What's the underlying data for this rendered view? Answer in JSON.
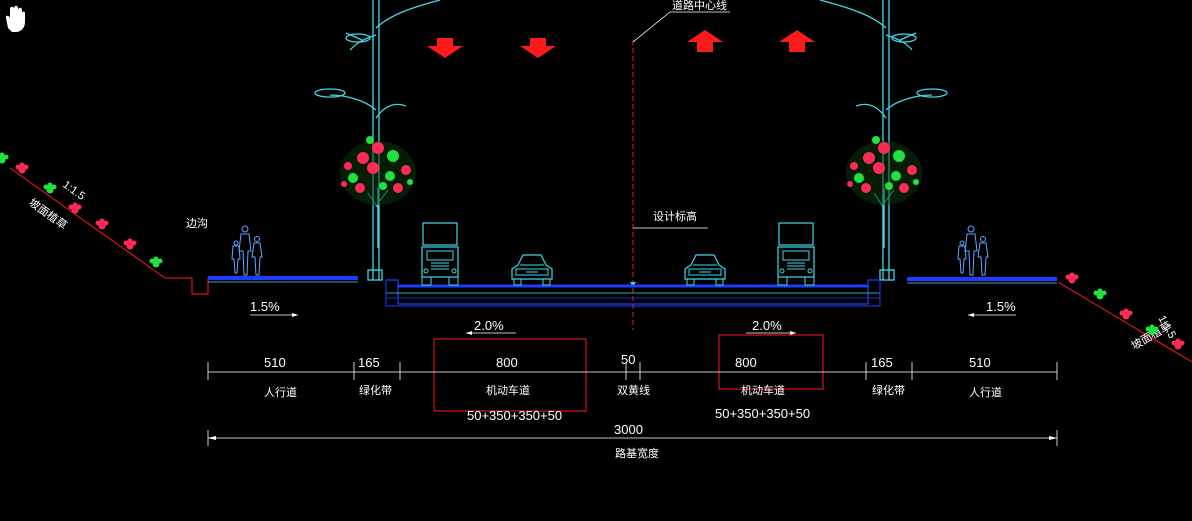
{
  "colors": {
    "background": "#000000",
    "cyan": "#3fd8e8",
    "blue": "#1e3cff",
    "red": "#ff1a1a",
    "white": "#ffffff",
    "green": "#22e040",
    "foliage_red": "#ff2a55"
  },
  "annotations": {
    "centerline": "道路中心线",
    "design_elevation": "设计标高",
    "edge_note": "边沟",
    "slope_left": "1:1.5",
    "slope_right": "1:1.5",
    "slope_protection_left": "坡面植草",
    "slope_protection_right": "坡面植草"
  },
  "grades": {
    "left_sidewalk": "1.5%",
    "right_sidewalk": "1.5%",
    "left_carriageway": "2.0%",
    "right_carriageway": "2.0%"
  },
  "dimensions": {
    "left_sidewalk_width": "510",
    "left_sidewalk_label": "人行道",
    "left_green_width": "165",
    "left_green_label": "绿化带",
    "left_carriageway_width": "800",
    "left_carriageway_label": "机动车道",
    "left_carriageway_detail": "50+350+350+50",
    "median_width": "50",
    "median_label": "双黄线",
    "right_carriageway_width": "800",
    "right_carriageway_label": "机动车道",
    "right_carriageway_detail": "50+350+350+50",
    "right_green_width": "165",
    "right_green_label": "绿化带",
    "right_sidewalk_width": "510",
    "right_sidewalk_label": "人行道",
    "total_width": "3000",
    "total_label": "路基宽度"
  },
  "icons": [
    "hand-cursor-icon",
    "traffic-down-arrow-icon",
    "traffic-up-arrow-icon",
    "street-lamp-icon",
    "tree-icon",
    "truck-icon",
    "car-icon",
    "pedestrians-icon",
    "shrub-icon"
  ]
}
